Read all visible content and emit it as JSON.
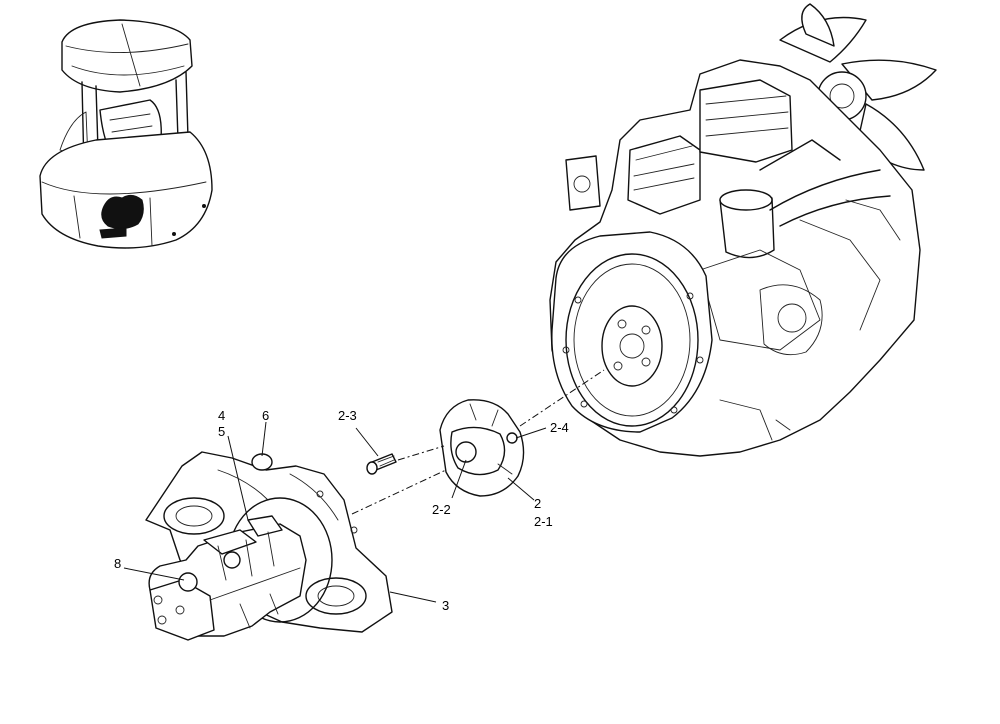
{
  "callouts": {
    "c2": "2",
    "c2_1": "2-1",
    "c2_2": "2-2",
    "c2_3": "2-3",
    "c2_4": "2-4",
    "c3": "3",
    "c4": "4",
    "c5": "5",
    "c6": "6",
    "c8": "8"
  },
  "icons": {
    "machine": "mini-excavator-icon",
    "engine": "diesel-engine-icon",
    "pump": "hydraulic-pump-icon"
  }
}
